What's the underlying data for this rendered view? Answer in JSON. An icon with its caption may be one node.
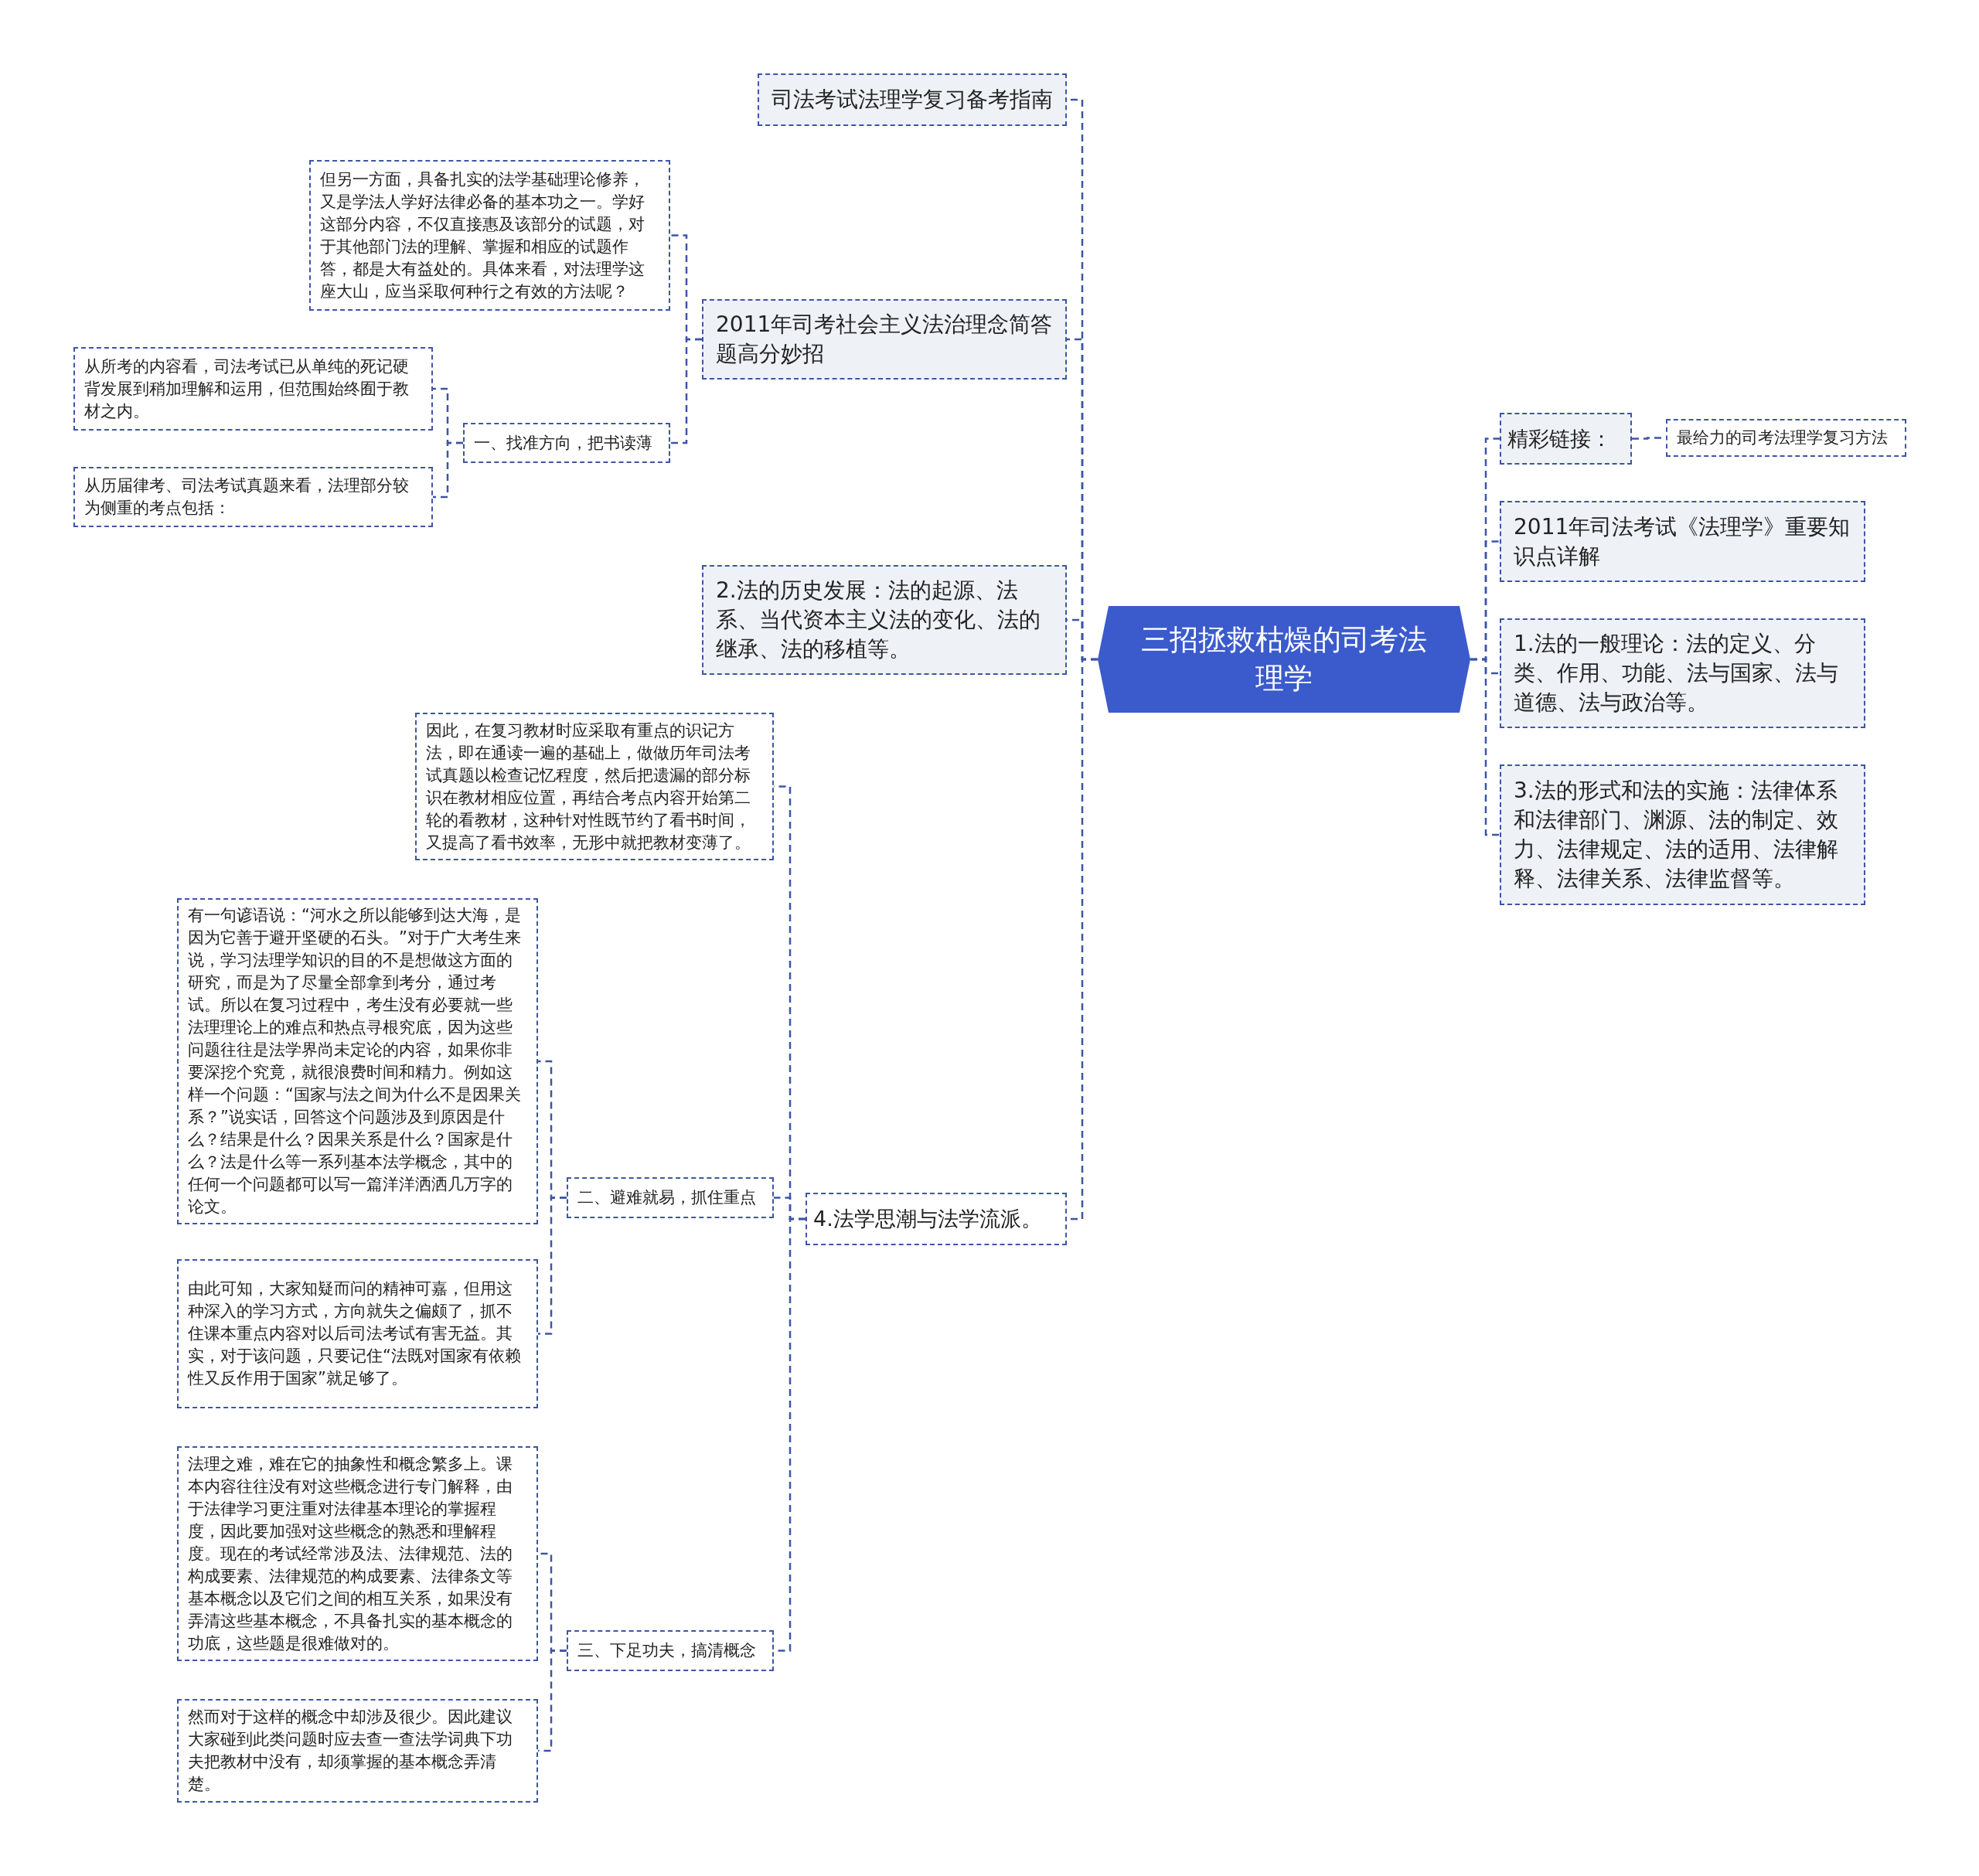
{
  "diagram": {
    "nodes": [
      {
        "text": [
          "三招拯救枯燥的司考法理学"
        ]
      },
      {
        "text": [
          "司法考试法理学复习备考指南"
        ]
      },
      {
        "text": [
          "2011年司考社会主义法治理念简答题高分妙招"
        ]
      },
      {
        "text": [
          "但另一方面，具备扎实的法学基础理论修养，又是学法人学好法律必备的基本功之一。学好这部分内容，不仅直接惠及该部分的试题，对于其他部门法的理解、掌握和相应的试题作答，都是大有益处的。具体来看，对法理学这座大山，应当采取何种行之有效的方法呢？"
        ]
      },
      {
        "text": [
          "一、找准方向，把书读薄"
        ]
      },
      {
        "text": [
          "从所考的内容看，司法考试已从单纯的死记硬背发展到稍加理解和运用，但范围始终囿于教材之内。"
        ]
      },
      {
        "text": [
          "从历届律考、司法考试真题来看，法理部分较为侧重的考点包括："
        ]
      },
      {
        "text": [
          "2.法的历史发展：法的起源、法系、当代资本主义法的变化、法的继承、法的移植等。"
        ]
      },
      {
        "text": [
          "4.法学思潮与法学流派。"
        ]
      },
      {
        "text": [
          "因此，在复习教材时应采取有重点的识记方法，即在通读一遍的基础上，做做历年司法考试真题以检查记忆程度，然后把遗漏的部分标识在教材相应位置，再结合考点内容开始第二轮的看教材，这种针对性既节约了看书时间，又提高了看书效率，无形中就把教材变薄了。"
        ]
      },
      {
        "text": [
          "二、避难就易，抓住重点"
        ]
      },
      {
        "text": [
          "有一句谚语说：“河水之所以能够到达大海，是因为它善于避开坚硬的石头。”对于广大考生来说，学习法理学知识的目的不是想做这方面的研究，而是为了尽量全部拿到考分，通过考试。所以在复习过程中，考生没有必要就一些法理理论上的难点和热点寻根究底，因为这些问题往往是法学界尚未定论的内容，如果你非要深挖个究竟，就很浪费时间和精力。例如这样一个问题：“国家与法之间为什么不是因果关系？”说实话，回答这个问题涉及到原因是什么？结果是什么？因果关系是什么？国家是什么？法是什么等一系列基本法学概念，其中的任何一个问题都可以写一篇洋洋洒洒几万字的论文。"
        ]
      },
      {
        "text": [
          "由此可知，大家知疑而问的精神可嘉，但用这种深入的学习方式，方向就失之偏颇了，抓不住课本重点内容对以后司法考试有害无益。其实，对于该问题，只要记住“法既对国家有依赖性又反作用于国家”就足够了。"
        ]
      },
      {
        "text": [
          "三、下足功夫，搞清概念"
        ]
      },
      {
        "text": [
          "法理之难，难在它的抽象性和概念繁多上。课本内容往往没有对这些概念进行专门解释，由于法律学习更注重对法律基本理论的掌握程度，因此要加强对这些概念的熟悉和理解程度。现在的考试经常涉及法、法律规范、法的构成要素、法律规范的构成要素、法律条文等基本概念以及它们之间的相互关系，如果没有弄清这些基本概念，不具备扎实的基本概念的功底，这些题是很难做对的。"
        ]
      },
      {
        "text": [
          "然而对于这样的概念中却涉及很少。因此建议大家碰到此类问题时应去查一查法学词典下功夫把教材中没有，却须掌握的基本概念弄清楚。"
        ]
      },
      {
        "text": [
          "精彩链接："
        ]
      },
      {
        "text": [
          "最给力的司考法理学复习方法"
        ]
      },
      {
        "text": [
          "2011年司法考试《法理学》重要知识点详解"
        ]
      },
      {
        "text": [
          "1.法的一般理论：法的定义、分类、作用、功能、法与国家、法与道德、法与政治等。"
        ]
      },
      {
        "text": [
          "3.法的形式和法的实施：法律体系和法律部门、渊源、法的制定、效力、法律规定、法的适用、法律解释、法律关系、法律监督等。"
        ]
      }
    ],
    "edges": [
      {
        "from": 0,
        "to": 1,
        "arrow": "none"
      },
      {
        "from": 0,
        "to": 2,
        "arrow": "none"
      },
      {
        "from": 2,
        "to": 3,
        "arrow": "none"
      },
      {
        "from": 2,
        "to": 4,
        "arrow": "none"
      },
      {
        "from": 4,
        "to": 5,
        "arrow": "none"
      },
      {
        "from": 4,
        "to": 6,
        "arrow": "none"
      },
      {
        "from": 0,
        "to": 7,
        "arrow": "none"
      },
      {
        "from": 0,
        "to": 8,
        "arrow": "none"
      },
      {
        "from": 8,
        "to": 9,
        "arrow": "none"
      },
      {
        "from": 8,
        "to": 10,
        "arrow": "none"
      },
      {
        "from": 10,
        "to": 11,
        "arrow": "none"
      },
      {
        "from": 10,
        "to": 12,
        "arrow": "none"
      },
      {
        "from": 8,
        "to": 13,
        "arrow": "none"
      },
      {
        "from": 13,
        "to": 14,
        "arrow": "none"
      },
      {
        "from": 13,
        "to": 15,
        "arrow": "none"
      },
      {
        "from": 0,
        "to": 16,
        "arrow": "none"
      },
      {
        "from": 16,
        "to": 17,
        "arrow": "none"
      },
      {
        "from": 0,
        "to": 18,
        "arrow": "none"
      },
      {
        "from": 0,
        "to": 19,
        "arrow": "none"
      },
      {
        "from": 0,
        "to": 20,
        "arrow": "none"
      }
    ]
  }
}
